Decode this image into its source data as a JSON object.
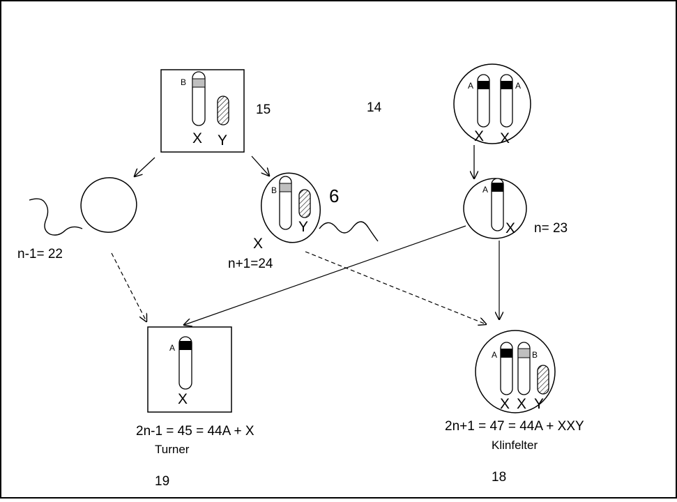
{
  "diagram": {
    "labels": {
      "num_15": "15",
      "num_14": "14",
      "num_6": "6",
      "num_19": "19",
      "num_18": "18",
      "n_minus_1": "n-1= 22",
      "n_plus_1": "n+1=24",
      "n_23": "n= 23",
      "turner_formula": "2n-1 = 45 = 44A + X",
      "turner_name": "Turner",
      "klinefelter_formula": "2n+1 = 47 = 44A + XXY",
      "klinefelter_name": "Klinfelter"
    },
    "gene": {
      "a": "A",
      "b": "B"
    },
    "chromosome": {
      "x": "X",
      "y": "Y"
    },
    "colors": {
      "line": "#000000",
      "band_a": "#000000",
      "band_b": "#bfbfbf",
      "background": "#ffffff"
    }
  }
}
